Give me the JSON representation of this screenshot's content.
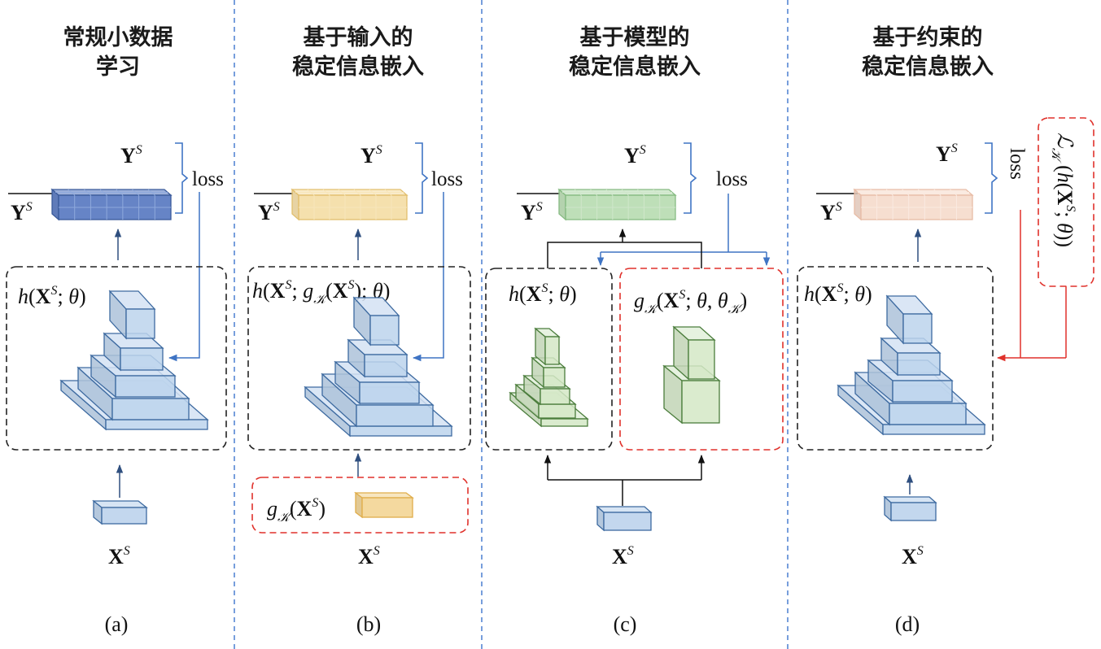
{
  "panels": [
    {
      "title": [
        "常规小数据",
        "学习"
      ],
      "target": [
        "Y",
        "S"
      ],
      "prediction": [
        "Y",
        "S"
      ],
      "loss": "loss",
      "model_label": [
        "h",
        "(",
        "X",
        "S",
        "; ",
        "θ",
        ")"
      ],
      "input": [
        "X",
        "S"
      ],
      "caption": "(a)"
    },
    {
      "title": [
        "基于输入的",
        "稳定信息嵌入"
      ],
      "target": [
        "Y",
        "S"
      ],
      "prediction": [
        "Y",
        "S"
      ],
      "loss": "loss",
      "model_label": [
        "h",
        "(",
        "X",
        "S",
        "; ",
        "g",
        "𝒦",
        "(",
        "X",
        "S",
        "); ",
        "θ",
        ")"
      ],
      "knowledge_label": [
        "g",
        "𝒦",
        "(",
        "X",
        "S",
        ")"
      ],
      "input": [
        "X",
        "S"
      ],
      "caption": "(b)"
    },
    {
      "title": [
        "基于模型的",
        "稳定信息嵌入"
      ],
      "target": [
        "Y",
        "S"
      ],
      "prediction": [
        "Y",
        "S"
      ],
      "loss": "loss",
      "model_label": [
        "h",
        "(",
        "X",
        "S",
        "; ",
        "θ",
        ")"
      ],
      "knowledge_label": [
        "g",
        "𝒦",
        "(",
        "X",
        "S",
        "; ",
        "θ",
        ", ",
        "θ",
        "𝒦",
        ")"
      ],
      "input": [
        "X",
        "S"
      ],
      "caption": "(c)"
    },
    {
      "title": [
        "基于约束的",
        "稳定信息嵌入"
      ],
      "target": [
        "Y",
        "S"
      ],
      "prediction": [
        "Y",
        "S"
      ],
      "loss": "loss",
      "model_label": [
        "h",
        "(",
        "X",
        "S",
        "; ",
        "θ",
        ")"
      ],
      "constraint_label": [
        "ℒ",
        "𝒦",
        " (",
        "h",
        "(",
        "X",
        "S",
        "; ",
        "θ",
        "))"
      ],
      "input": [
        "X",
        "S"
      ],
      "caption": "(d)"
    }
  ],
  "colors": {
    "divider": "#4a7fd0",
    "loss_line": "#3f74c4",
    "knowledge_border": "#e0312b",
    "model_border": "#222222",
    "arrow": "#2f4f7f",
    "model_block_blue": "#bcd3ec",
    "model_block_green": "#d3e8c6",
    "knowledge_block_yellow": "#f3d79a",
    "output_a": "#5577c0",
    "output_b": "#f2d592",
    "output_c": "#a8d4a0",
    "output_d": "#f5d8c8"
  }
}
